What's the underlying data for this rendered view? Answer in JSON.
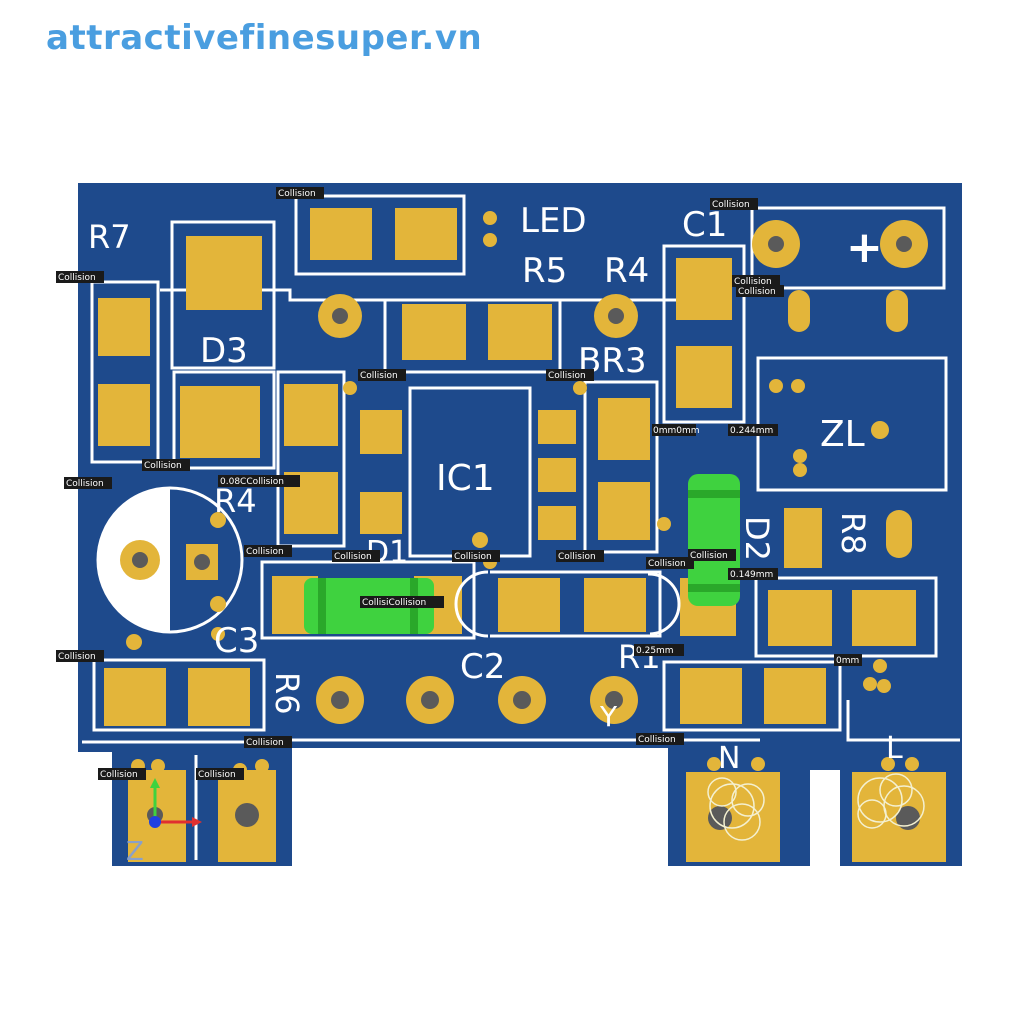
{
  "watermark": "attractivefinesuper.vn",
  "colors": {
    "board": "#1e4a8c",
    "pad": "#e3b53a",
    "silkscreen": "#ffffff",
    "collision_fuse": "#3fd23f",
    "marker_bg": "#1a1a1a"
  },
  "silkscreen_labels": {
    "r7": "R7",
    "led": "LED",
    "c1": "C1",
    "r5": "R5",
    "r4_top": "R4",
    "plus": "+",
    "d3": "D3",
    "br3": "BR3",
    "ic1": "IC1",
    "zl": "ZL",
    "r4_left": "R4",
    "d2": "D2",
    "r8": "R8",
    "d1": "D1",
    "c3": "C3",
    "c2": "C2",
    "r1": "R1",
    "r6": "R6",
    "y": "Y",
    "n": "N",
    "l": "L",
    "z_axis": "Z"
  },
  "markers": {
    "collision": "Collision",
    "collision_pair": "CollisiCollision",
    "clearance_0_08": "0.08CCollision",
    "clearance_0mm_a": "0mm0mm",
    "clearance_0_244": "0.244mm",
    "clearance_0_149": "0.149mm",
    "clearance_0_25": "0.25mm",
    "clearance_0mm_b": "0mm"
  }
}
